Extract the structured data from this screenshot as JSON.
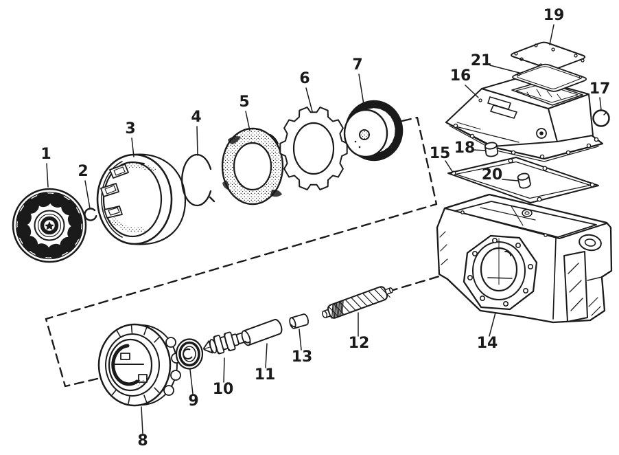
{
  "figure": {
    "background": "#ffffff",
    "ink": "#1a1a1a",
    "callouts": [
      {
        "number": "1"
      },
      {
        "number": "2"
      },
      {
        "number": "3"
      },
      {
        "number": "4"
      },
      {
        "number": "5"
      },
      {
        "number": "6"
      },
      {
        "number": "7"
      },
      {
        "number": "8"
      },
      {
        "number": "9"
      },
      {
        "number": "10"
      },
      {
        "number": "11"
      },
      {
        "number": "12"
      },
      {
        "number": "13"
      },
      {
        "number": "14"
      },
      {
        "number": "15"
      },
      {
        "number": "16"
      },
      {
        "number": "17"
      },
      {
        "number": "18"
      },
      {
        "number": "19"
      },
      {
        "number": "20"
      },
      {
        "number": "21"
      }
    ]
  }
}
